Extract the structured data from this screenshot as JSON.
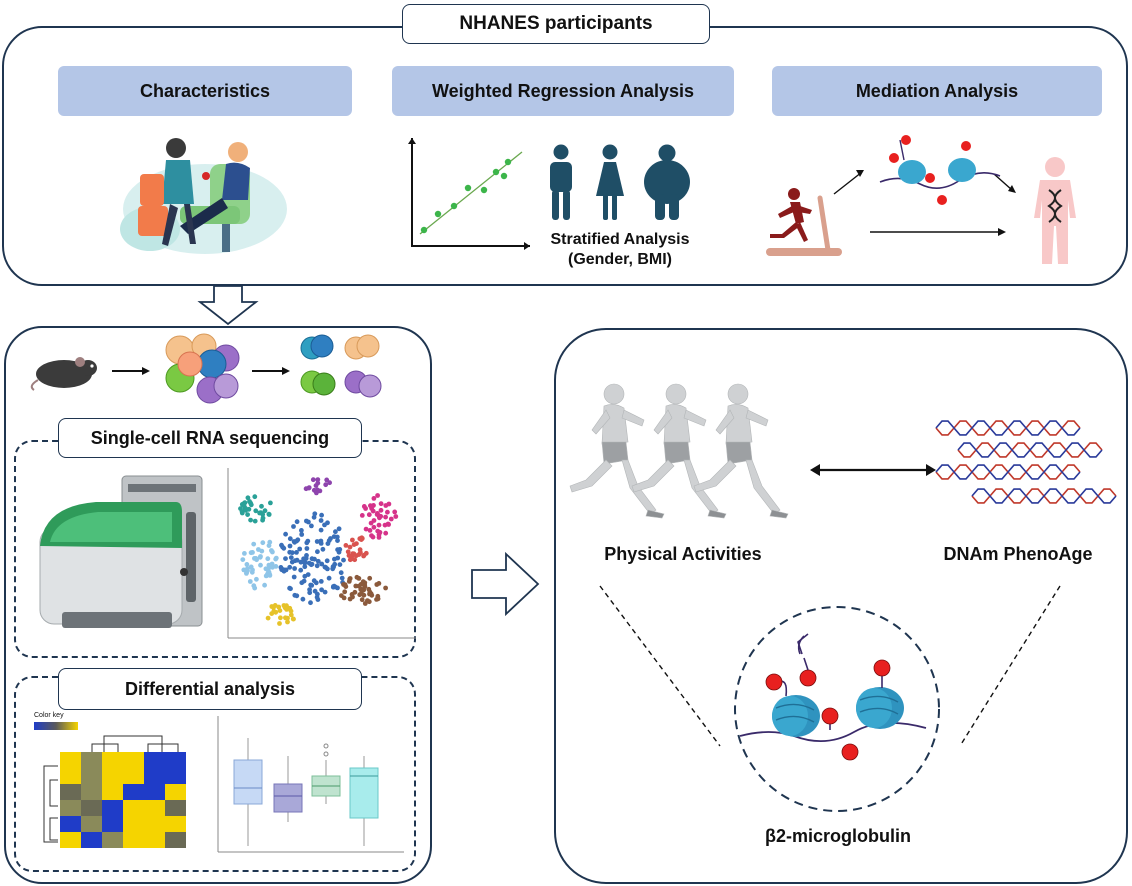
{
  "top": {
    "title": "NHANES participants",
    "pills": {
      "characteristics": "Characteristics",
      "regression": "Weighted Regression Analysis",
      "mediation": "Mediation Analysis"
    },
    "stratified_line1": "Stratified Analysis",
    "stratified_line2": "(Gender, BMI)"
  },
  "left": {
    "scrna_title": "Single-cell RNA sequencing",
    "diff_title": "Differential analysis",
    "color_key": "Color key"
  },
  "right": {
    "physical": "Physical Activities",
    "dnam": "DNAm PhenoAge",
    "b2m": "β2-microglobulin"
  },
  "colors": {
    "border": "#1f3550",
    "pill": "#b4c6e7",
    "dot_red": "#e8201f",
    "nucleosome": "#3aa7cf",
    "scatter_green": "#3cb54a"
  }
}
